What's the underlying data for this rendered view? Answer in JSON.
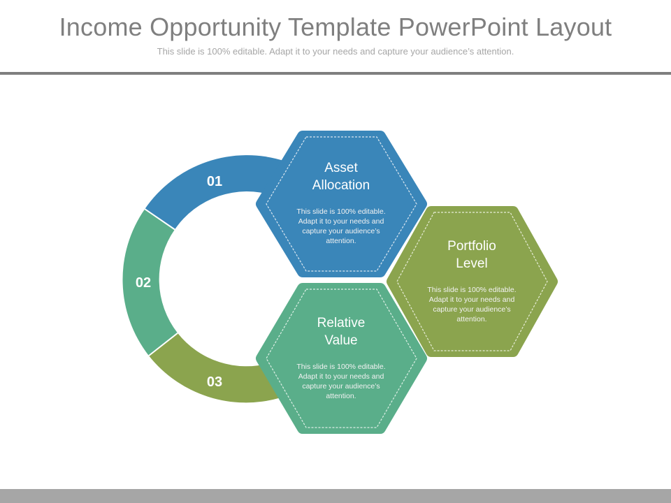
{
  "slide": {
    "title": "Income Opportunity Template PowerPoint Layout",
    "subtitle": "This slide is 100% editable. Adapt it to your needs and capture your audience’s attention."
  },
  "ring": {
    "segments": [
      {
        "number": "01",
        "color": "#3a86b9"
      },
      {
        "number": "02",
        "color": "#5aae8a"
      },
      {
        "number": "03",
        "color": "#8ba44e"
      }
    ]
  },
  "hexagons": [
    {
      "title_line1": "Asset",
      "title_line2": "Allocation",
      "desc_line1": "This slide is 100% editable.",
      "desc_line2": "Adapt it to your needs and",
      "desc_line3": "capture your audience’s",
      "desc_line4": "attention.",
      "color": "#3a86b9"
    },
    {
      "title_line1": "Portfolio",
      "title_line2": "Level",
      "desc_line1": "This slide is 100% editable.",
      "desc_line2": "Adapt it to your needs and",
      "desc_line3": "capture your audience’s",
      "desc_line4": "attention.",
      "color": "#8ba44e"
    },
    {
      "title_line1": "Relative",
      "title_line2": "Value",
      "desc_line1": "This slide is 100% editable.",
      "desc_line2": "Adapt it to your needs and",
      "desc_line3": "capture your audience’s",
      "desc_line4": "attention.",
      "color": "#5aae8a"
    }
  ]
}
